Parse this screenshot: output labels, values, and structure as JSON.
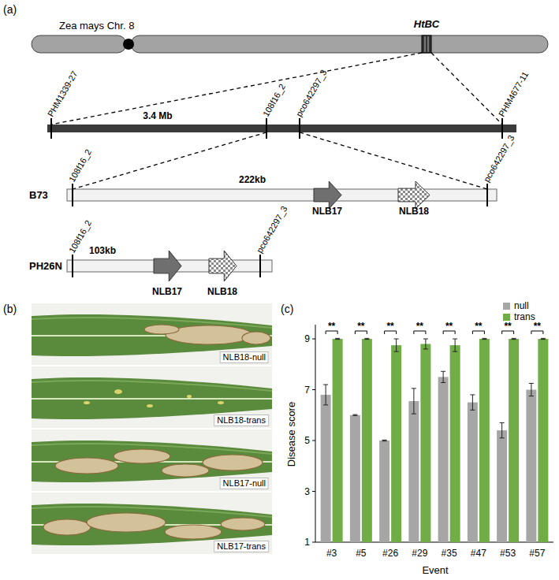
{
  "diagram": {
    "nodes": [
      {
        "text": [
          "Zea mays Chr. 8"
        ]
      },
      {
        "text": [
          "HtBC"
        ],
        "in": 0
      },
      {
        "text": [
          "3.4 Mb"
        ]
      },
      {
        "text": [
          "B73",
          "222kb"
        ]
      },
      {
        "text": [
          "NLB17"
        ],
        "in": 3
      },
      {
        "text": [
          "NLB18"
        ],
        "in": 3
      },
      {
        "text": [
          "PH26N",
          "103kb"
        ]
      },
      {
        "text": [
          "NLB17"
        ],
        "in": 6
      },
      {
        "text": [
          "NLB18"
        ],
        "in": 6
      },
      {
        "text": [
          "NLB18-null"
        ]
      },
      {
        "text": [
          "NLB18-trans"
        ]
      },
      {
        "text": [
          "NLB17-null"
        ]
      },
      {
        "text": [
          "NLB17-trans"
        ]
      }
    ],
    "edges": [
      {
        "from": 1,
        "to": 2,
        "arrow": "none"
      },
      {
        "from": 1,
        "to": 2,
        "arrow": "none"
      },
      {
        "from": 2,
        "to": 3,
        "arrow": "none"
      },
      {
        "from": 2,
        "to": 3,
        "arrow": "none"
      }
    ],
    "labels": [
      "(a)",
      "PHM1339-27",
      "108f16_2",
      "pco642297_3",
      "PHM4677-11",
      "108f16_2",
      "pco642297_3",
      "108f16_2",
      "pco642297_3",
      "(b)",
      "(c)",
      "Disease score",
      "1",
      "3",
      "5",
      "7",
      "9",
      "**",
      "**",
      "**",
      "**",
      "**",
      "**",
      "**",
      "**",
      "#3",
      "#5",
      "#26",
      "#29",
      "#35",
      "#47",
      "#53",
      "#57",
      "Event"
    ],
    "legend": [
      {
        "text": "null",
        "color": "#a6a6a6"
      },
      {
        "text": "trans",
        "color": "#70ad47"
      }
    ]
  }
}
